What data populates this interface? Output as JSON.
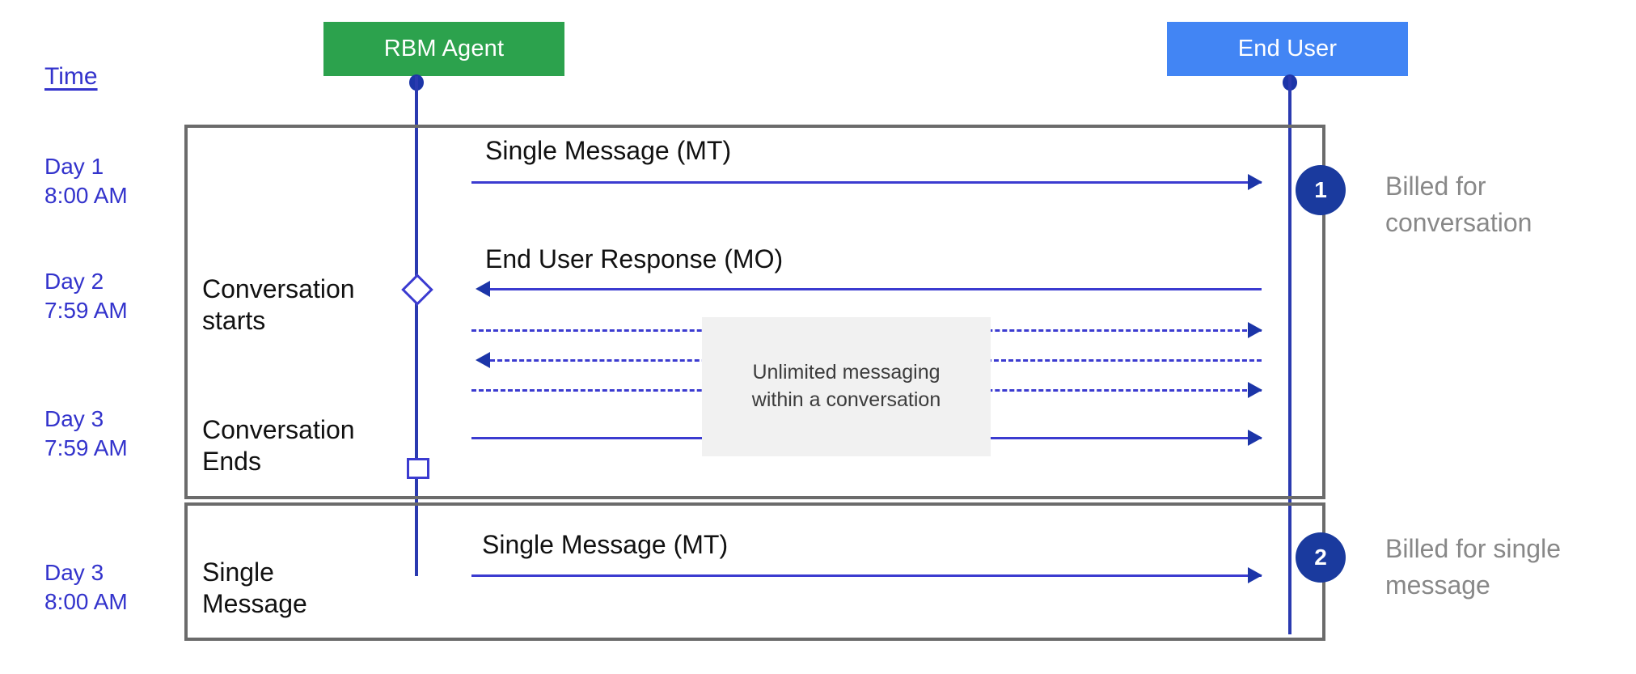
{
  "diagram": {
    "title_label": "Time",
    "actors": [
      {
        "name": "rbm-agent",
        "label": "RBM Agent",
        "color": "#2CA24D"
      },
      {
        "name": "end-user",
        "label": "End User",
        "color": "#4285F4"
      }
    ],
    "timestamps": [
      {
        "id": "t1",
        "text": "Day 1\n8:00 AM"
      },
      {
        "id": "t2",
        "text": "Day 2\n7:59 AM"
      },
      {
        "id": "t3",
        "text": "Day 3\n7:59 AM"
      },
      {
        "id": "t4",
        "text": "Day 3\n8:00 AM"
      }
    ],
    "sections": [
      {
        "id": "s1",
        "text": "Conversation\nstarts"
      },
      {
        "id": "s2",
        "text": "Conversation\nEnds"
      },
      {
        "id": "s3",
        "text": "Single\nMessage"
      }
    ],
    "messages": [
      {
        "id": "m1",
        "label": "Single Message (MT)",
        "direction": "right",
        "style": "solid"
      },
      {
        "id": "m2",
        "label": "End User Response (MO)",
        "direction": "left",
        "style": "solid"
      },
      {
        "id": "m3",
        "label": "",
        "direction": "right",
        "style": "dashed"
      },
      {
        "id": "m4",
        "label": "",
        "direction": "left",
        "style": "dashed"
      },
      {
        "id": "m5",
        "label": "",
        "direction": "right",
        "style": "dashed"
      },
      {
        "id": "m6",
        "label": "",
        "direction": "right",
        "style": "solid"
      },
      {
        "id": "m7",
        "label": "Single Message (MT)",
        "direction": "right",
        "style": "solid"
      }
    ],
    "note": {
      "text": "Unlimited messaging\nwithin a conversation"
    },
    "billing": [
      {
        "badge": "1",
        "caption": "Billed for\nconversation"
      },
      {
        "badge": "2",
        "caption": "Billed for single\nmessage"
      }
    ],
    "colors": {
      "agent_green": "#2CA24D",
      "user_blue": "#4285F4",
      "arrow_blue": "#3b3bd0",
      "badge_blue": "#1a3a9e",
      "time_text": "#3333cc",
      "caption_gray": "#888888",
      "note_bg": "#f1f1f1",
      "group_border": "#6b6b6b"
    }
  }
}
